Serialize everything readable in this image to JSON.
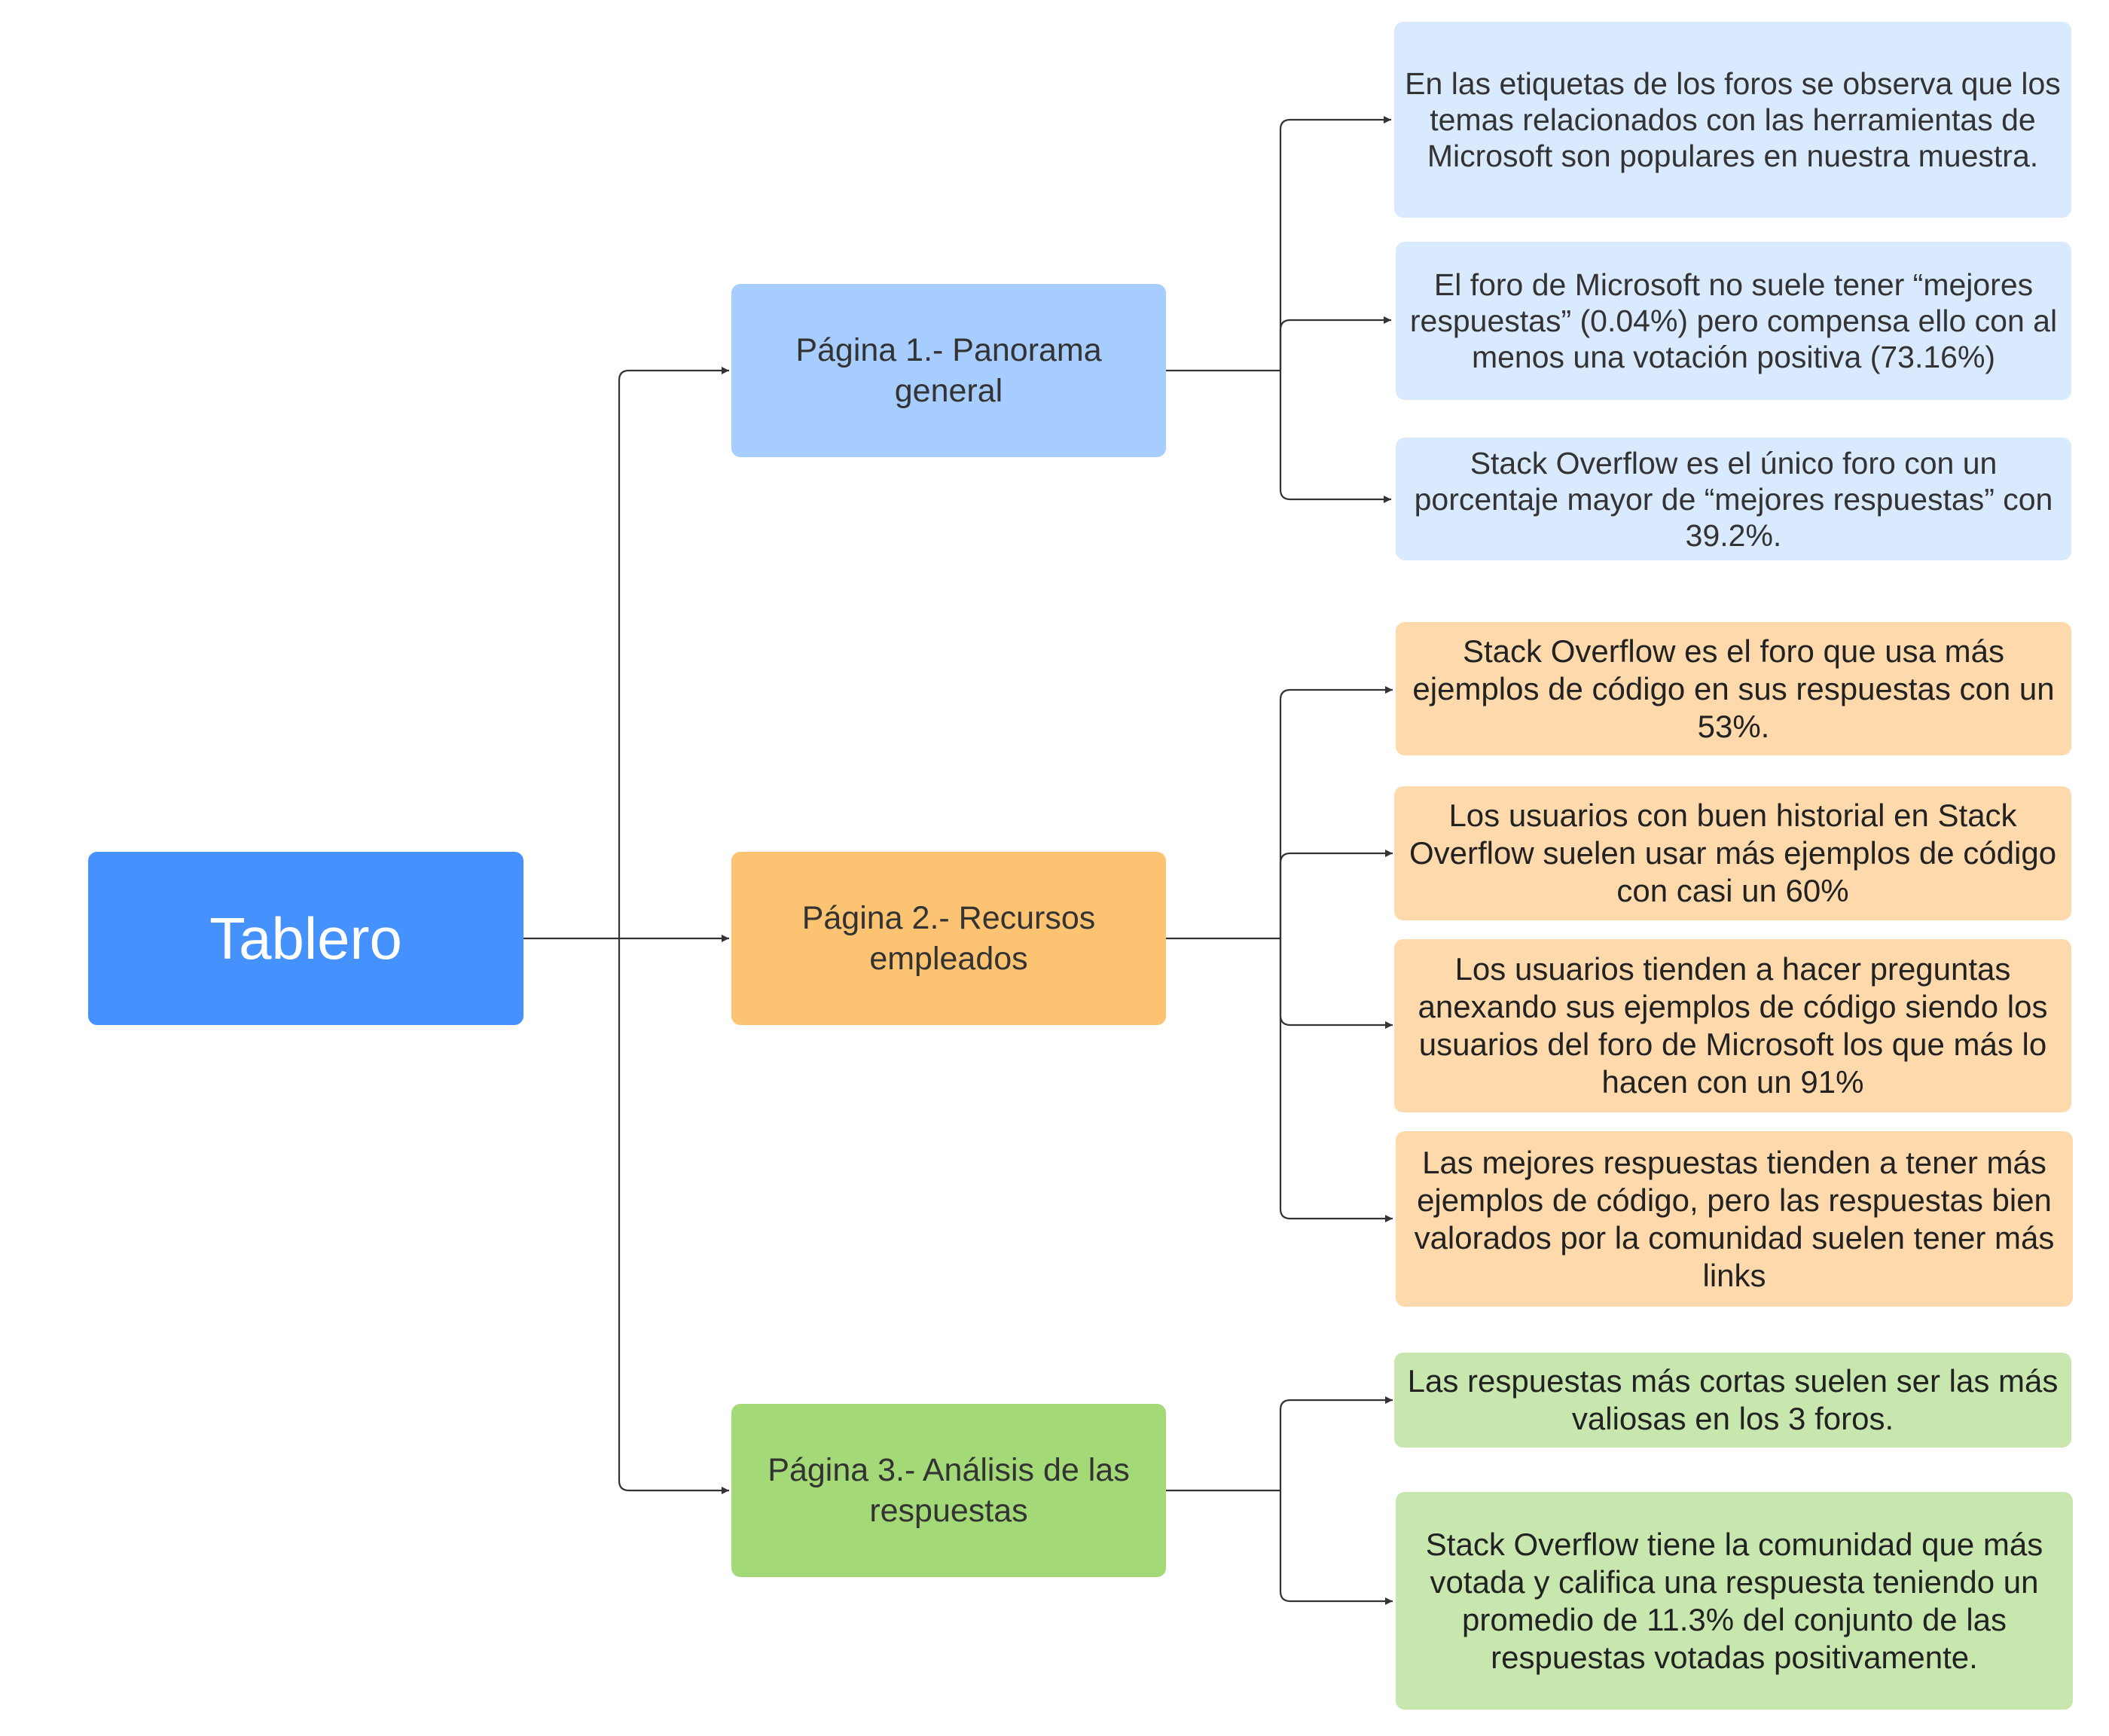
{
  "root": {
    "label": "Tablero",
    "color": "#4592FF"
  },
  "pages": [
    {
      "label": "Página 1.- Panorama general",
      "color": "#A7CDFE",
      "note_color": "#D9E9FE",
      "notes": [
        "En las etiquetas de los foros se observa que los temas relacionados con las herramientas de Microsoft son populares en nuestra muestra.",
        "El foro de Microsoft no suele tener “mejores respuestas” (0.04%) pero compensa ello con al menos una votación positiva (73.16%)",
        "Stack Overflow es el único foro con un porcentaje mayor de “mejores respuestas” con 39.2%."
      ]
    },
    {
      "label": "Página 2.- Recursos empleados",
      "color": "#FCC372",
      "note_color": "#FED9AB",
      "notes": [
        "Stack Overflow es el foro que usa más ejemplos de código en sus respuestas con un 53%.",
        "Los usuarios con buen historial en Stack Overflow suelen usar más ejemplos de código con casi un 60%",
        "Los usuarios tienden a hacer preguntas anexando sus ejemplos de código siendo los usuarios del foro de Microsoft los que más lo hacen con un 91%",
        "Las mejores respuestas tienden a tener más ejemplos de código, pero las respuestas bien valorados por la comunidad suelen tener más links"
      ]
    },
    {
      "label": "Página 3.- Análisis de las respuestas",
      "color": "#A3D977",
      "note_color": "#C8E7AE",
      "notes": [
        "Las respuestas más cortas suelen ser las más valiosas en los 3 foros.",
        "Stack Overflow tiene la comunidad que más votada y califica una respuesta teniendo un promedio de 11.3% del conjunto de las respuestas votadas positivamente."
      ]
    }
  ],
  "line_color": "#333333"
}
